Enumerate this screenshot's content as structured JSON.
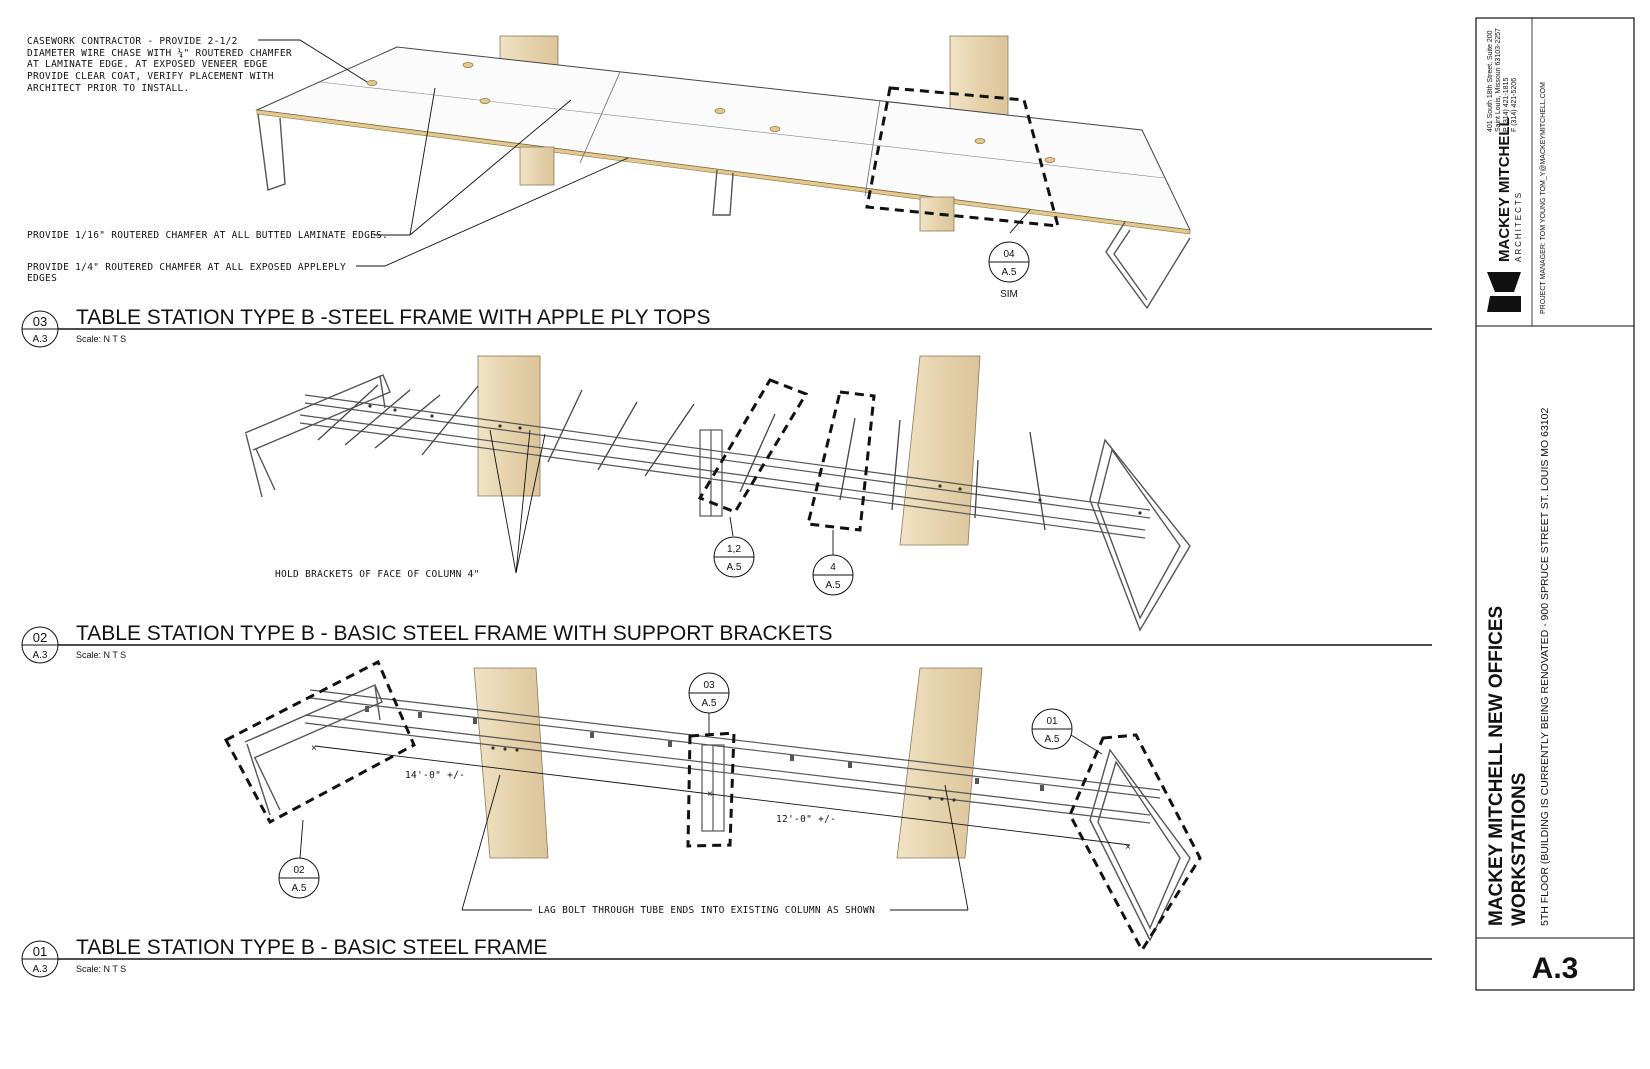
{
  "notes": {
    "casework": [
      "CASEWORK CONTRACTOR - PROVIDE 2-1/2",
      "DIAMETER WIRE CHASE WITH ¼\" ROUTERED CHAMFER",
      "AT LAMINATE EDGE. AT EXPOSED VENEER EDGE",
      "PROVIDE CLEAR COAT, VERIFY PLACEMENT WITH",
      "ARCHITECT PRIOR TO INSTALL."
    ],
    "chamfer_laminate": "PROVIDE 1/16\" ROUTERED CHAMFER AT ALL BUTTED LAMINATE EDGES.",
    "chamfer_appleply": [
      "PROVIDE 1/4\" ROUTERED CHAMFER AT ALL EXPOSED APPLEPLY",
      "EDGES"
    ],
    "hold_brackets": "HOLD BRACKETS OF FACE OF COLUMN 4\"",
    "lag_bolt": "LAG BOLT THROUGH TUBE ENDS INTO EXISTING COLUMN AS SHOWN",
    "sim": "SIM",
    "dim_14": "14'-0\" +/-",
    "dim_12": "12'-0\" +/-"
  },
  "callouts": {
    "d03_04": {
      "top": "04",
      "bottom": "A.5"
    },
    "d02_12": {
      "top": "1,2",
      "bottom": "A.5"
    },
    "d02_4": {
      "top": "4",
      "bottom": "A.5"
    },
    "d01_03": {
      "top": "03",
      "bottom": "A.5"
    },
    "d01_01": {
      "top": "01",
      "bottom": "A.5"
    },
    "d01_02": {
      "top": "02",
      "bottom": "A.5"
    }
  },
  "drawings": [
    {
      "num": "03",
      "sheet": "A.3",
      "title": "TABLE STATION TYPE B -STEEL FRAME WITH APPLE PLY TOPS",
      "scale": "Scale: N T S"
    },
    {
      "num": "02",
      "sheet": "A.3",
      "title": "TABLE STATION TYPE B - BASIC STEEL FRAME WITH SUPPORT BRACKETS",
      "scale": "Scale: N T S"
    },
    {
      "num": "01",
      "sheet": "A.3",
      "title": "TABLE STATION TYPE B - BASIC STEEL FRAME",
      "scale": "Scale: N T S"
    }
  ],
  "title_block": {
    "firm_name": "MACKEY MITCHELL",
    "firm_sub": "ARCHITECTS",
    "address": [
      "401 South 18th Street, Suite 200",
      "Saint Louis, Missouri 63103-2257",
      "P   (314) 421-1815",
      "F   (314) 421-5206"
    ],
    "manager": "PROJECT MANAGER: TOM YOUNG    TOM_Y@MACKEYMITCHELL.COM",
    "project_line1": "MACKEY MITCHELL NEW OFFICES",
    "project_line2": "WORKSTATIONS",
    "project_address": "5TH FLOOR (BUILDING IS CURRENTLY BEING RENOVATED - 900 SPRUCE STREET   ST. LOUIS MO 63102",
    "sheet_number": "A.3"
  },
  "colors": {
    "wood": "#ead9b8",
    "wood_dark": "#d8c29c",
    "plyedge": "#e3c98f",
    "line": "#111111"
  }
}
